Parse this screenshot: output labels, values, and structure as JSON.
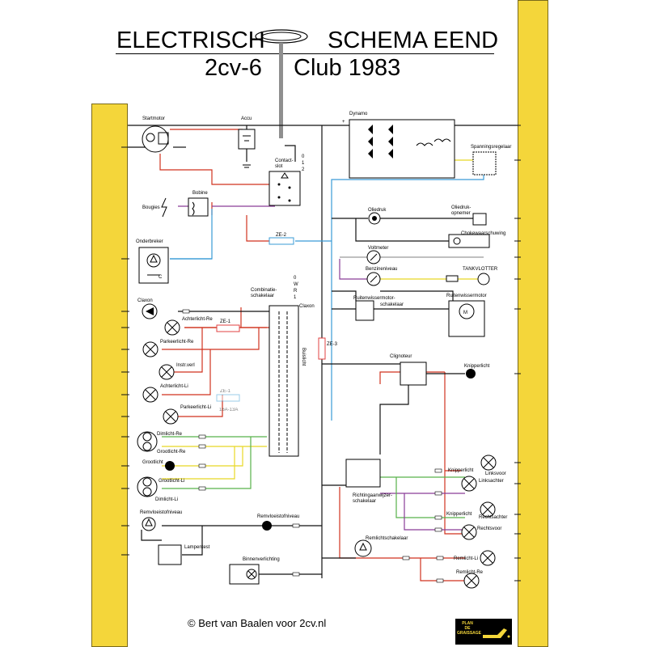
{
  "title": {
    "line1_left": "ELECTRISCH",
    "line1_right": "SCHEMA EEND",
    "line2_left": "2cv-6",
    "line2_right": "Club 1983"
  },
  "copyright": "© Bert van Baalen voor 2cv.nl",
  "logo": {
    "lines": [
      "PLAN",
      "DE",
      "GRAISSAGE"
    ]
  },
  "colors": {
    "rail": "#f4d63a",
    "wire_red": "#d0321e",
    "wire_blue": "#3a9bd6",
    "wire_purple": "#8a3c98",
    "wire_green": "#58b24a",
    "wire_yellow": "#e8d825",
    "wire_grey": "#9a9a9a",
    "wire_black": "#111111",
    "fuse": "#e04040"
  },
  "components": {
    "startmotor": "Startmotor",
    "accu": "Accu",
    "dynamo": "Dynamo",
    "contactslot_a": "Contact-",
    "contactslot_b": "slot",
    "bobine": "Bobine",
    "bougies": "Bougies",
    "onderbreker": "Onderbreker",
    "onderbreker_c": "C",
    "spanningsregelaar": "Spanningsregelaar",
    "oliedruk": "Oliedruk",
    "oliedrukopnemer_a": "Oliedruk-",
    "oliedrukopnemer_b": "opnemer",
    "chokewaarschuwing": "Chokewaarschuwing",
    "voltmeter": "Voltmeter",
    "benzineniveau": "Benzineniveau",
    "tankvlotter": "TANKVLOTTER",
    "ruitenwisser_schakelaar_a": "Ruitenwissermotor-",
    "ruitenwisser_schakelaar_b": "schakelaar",
    "ruitenwissermotor": "Ruitenwissermotor",
    "motor_m": "M",
    "combinatieschakelaar_a": "Combinatie-",
    "combinatieschakelaar_b": "schakelaar",
    "claxon": "Claxon",
    "claxon_switch": "Claxon",
    "achterlicht_re": "Achterlicht-Re",
    "parkeerlicht_re": "Parkeerlicht-Re",
    "instr_verl": "Instr.verl",
    "achterlicht_li": "Achterlicht-Li",
    "parkeerlicht_li": "Parkeerlicht-Li",
    "dimlicht_re": "Dimlicht-Re",
    "grootlicht_re": "Grootlicht-Re",
    "grootlicht": "Grootlicht",
    "grootlicht_li": "Grootlicht-Li",
    "dimlicht_li": "Dimlicht-Li",
    "remvloeistofniveau_left": "Remvloeistofniveau",
    "remvloeistofniveau_mid": "Remvloeistofniveau",
    "lampentest": "Lampentest",
    "binnenverlichting": "Binnenverlichting",
    "clignoteur": "Clignoteur",
    "knipperlicht_top": "Knipperlicht",
    "knipperlicht_a": "Knipperlicht",
    "linksvoor": "Linksvoor",
    "linksachter": "Linksachter",
    "knipperlicht_b": "Knipperlicht",
    "rechtsachter": "Rechtsachter",
    "rechtsvoor": "Rechtsvoor",
    "richtingaanwijzer_a": "Richtingaanwijzer-",
    "richtingaanwijzer_b": "schakelaar",
    "remlichtschakelaar": "Remlichtschakelaar",
    "remlicht_li": "Remlicht-Li",
    "remlicht_re": "Remlicht-Re",
    "buislicht": "Buislicht",
    "fuse_ze1": "ZE-1",
    "fuse_ze2": "ZE-2",
    "fuse_ze3": "ZE-3",
    "fuse_ze1b": "ZE-1",
    "fuse_rating": "16A-13A",
    "contact_0": "0",
    "contact_1": "1",
    "contact_2": "2",
    "comb_0": "0",
    "comb_w": "W",
    "comb_r": "R",
    "comb_1": "1",
    "plus": "+",
    "minus": "−"
  }
}
